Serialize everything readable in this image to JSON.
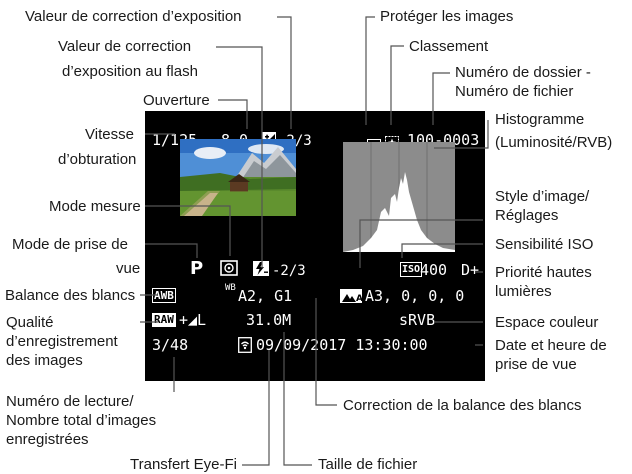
{
  "labels": {
    "exposure_comp": "Valeur de correction d’exposition",
    "flash_comp_1": "Valeur de correction",
    "flash_comp_2": "d’exposition au flash",
    "aperture": "Ouverture",
    "shutter_1": "Vitesse",
    "shutter_2": "d’obturation",
    "metering": "Mode mesure",
    "shoot_mode_1": "Mode de prise de",
    "shoot_mode_2": "vue",
    "wb": "Balance des blancs",
    "quality_1": "Qualité",
    "quality_2": "d’enregistrement",
    "quality_3": "des images",
    "playback_1": "Numéro de lecture/",
    "playback_2": "Nombre total d’images",
    "playback_3": "enregistrées",
    "eyefi": "Transfert Eye-Fi",
    "filesize": "Taille de fichier",
    "wb_correction": "Correction de la balance des blancs",
    "protect": "Protéger les images",
    "rating": "Classement",
    "folder_1": "Numéro de dossier -",
    "folder_2": "Numéro de fichier",
    "histogram_1": "Histogramme",
    "histogram_2": "(Luminosité/RVB)",
    "picture_style_1": "Style d’image/",
    "picture_style_2": "Réglages",
    "iso": "Sensibilité ISO",
    "highlight_1": "Priorité hautes",
    "highlight_2": "lumières",
    "color_space": "Espace couleur",
    "datetime_1": "Date et heure de",
    "datetime_2": "prise de vue"
  },
  "screen": {
    "shutter": "1/125",
    "aperture": "8.0",
    "exp_comp": "-2/3",
    "folder_file": "100-0003",
    "mode": "P",
    "flash_comp": "-2/3",
    "iso": "400",
    "highlight": "D+",
    "wb_shift": "A2, G1",
    "picture_style": "A3, 0, 0, 0",
    "quality_suffix": "+◢L",
    "filesize": "31.0M",
    "color_space": "sRVB",
    "playback": "3/48",
    "datetime": "09/09/2017 13:30:00",
    "wb_icon": "AWB",
    "raw_icon": "RAW",
    "iso_icon": "ISO",
    "wb_shift_icon": "WB"
  },
  "icons": {
    "exp_comp": "exposure-compensation-icon",
    "protect": "protect-key-icon",
    "rating": "rating-icon",
    "metering": "evaluative-metering-icon",
    "flash": "flash-compensation-icon",
    "picture_style": "picture-style-auto-icon",
    "eyefi": "eye-fi-icon"
  }
}
